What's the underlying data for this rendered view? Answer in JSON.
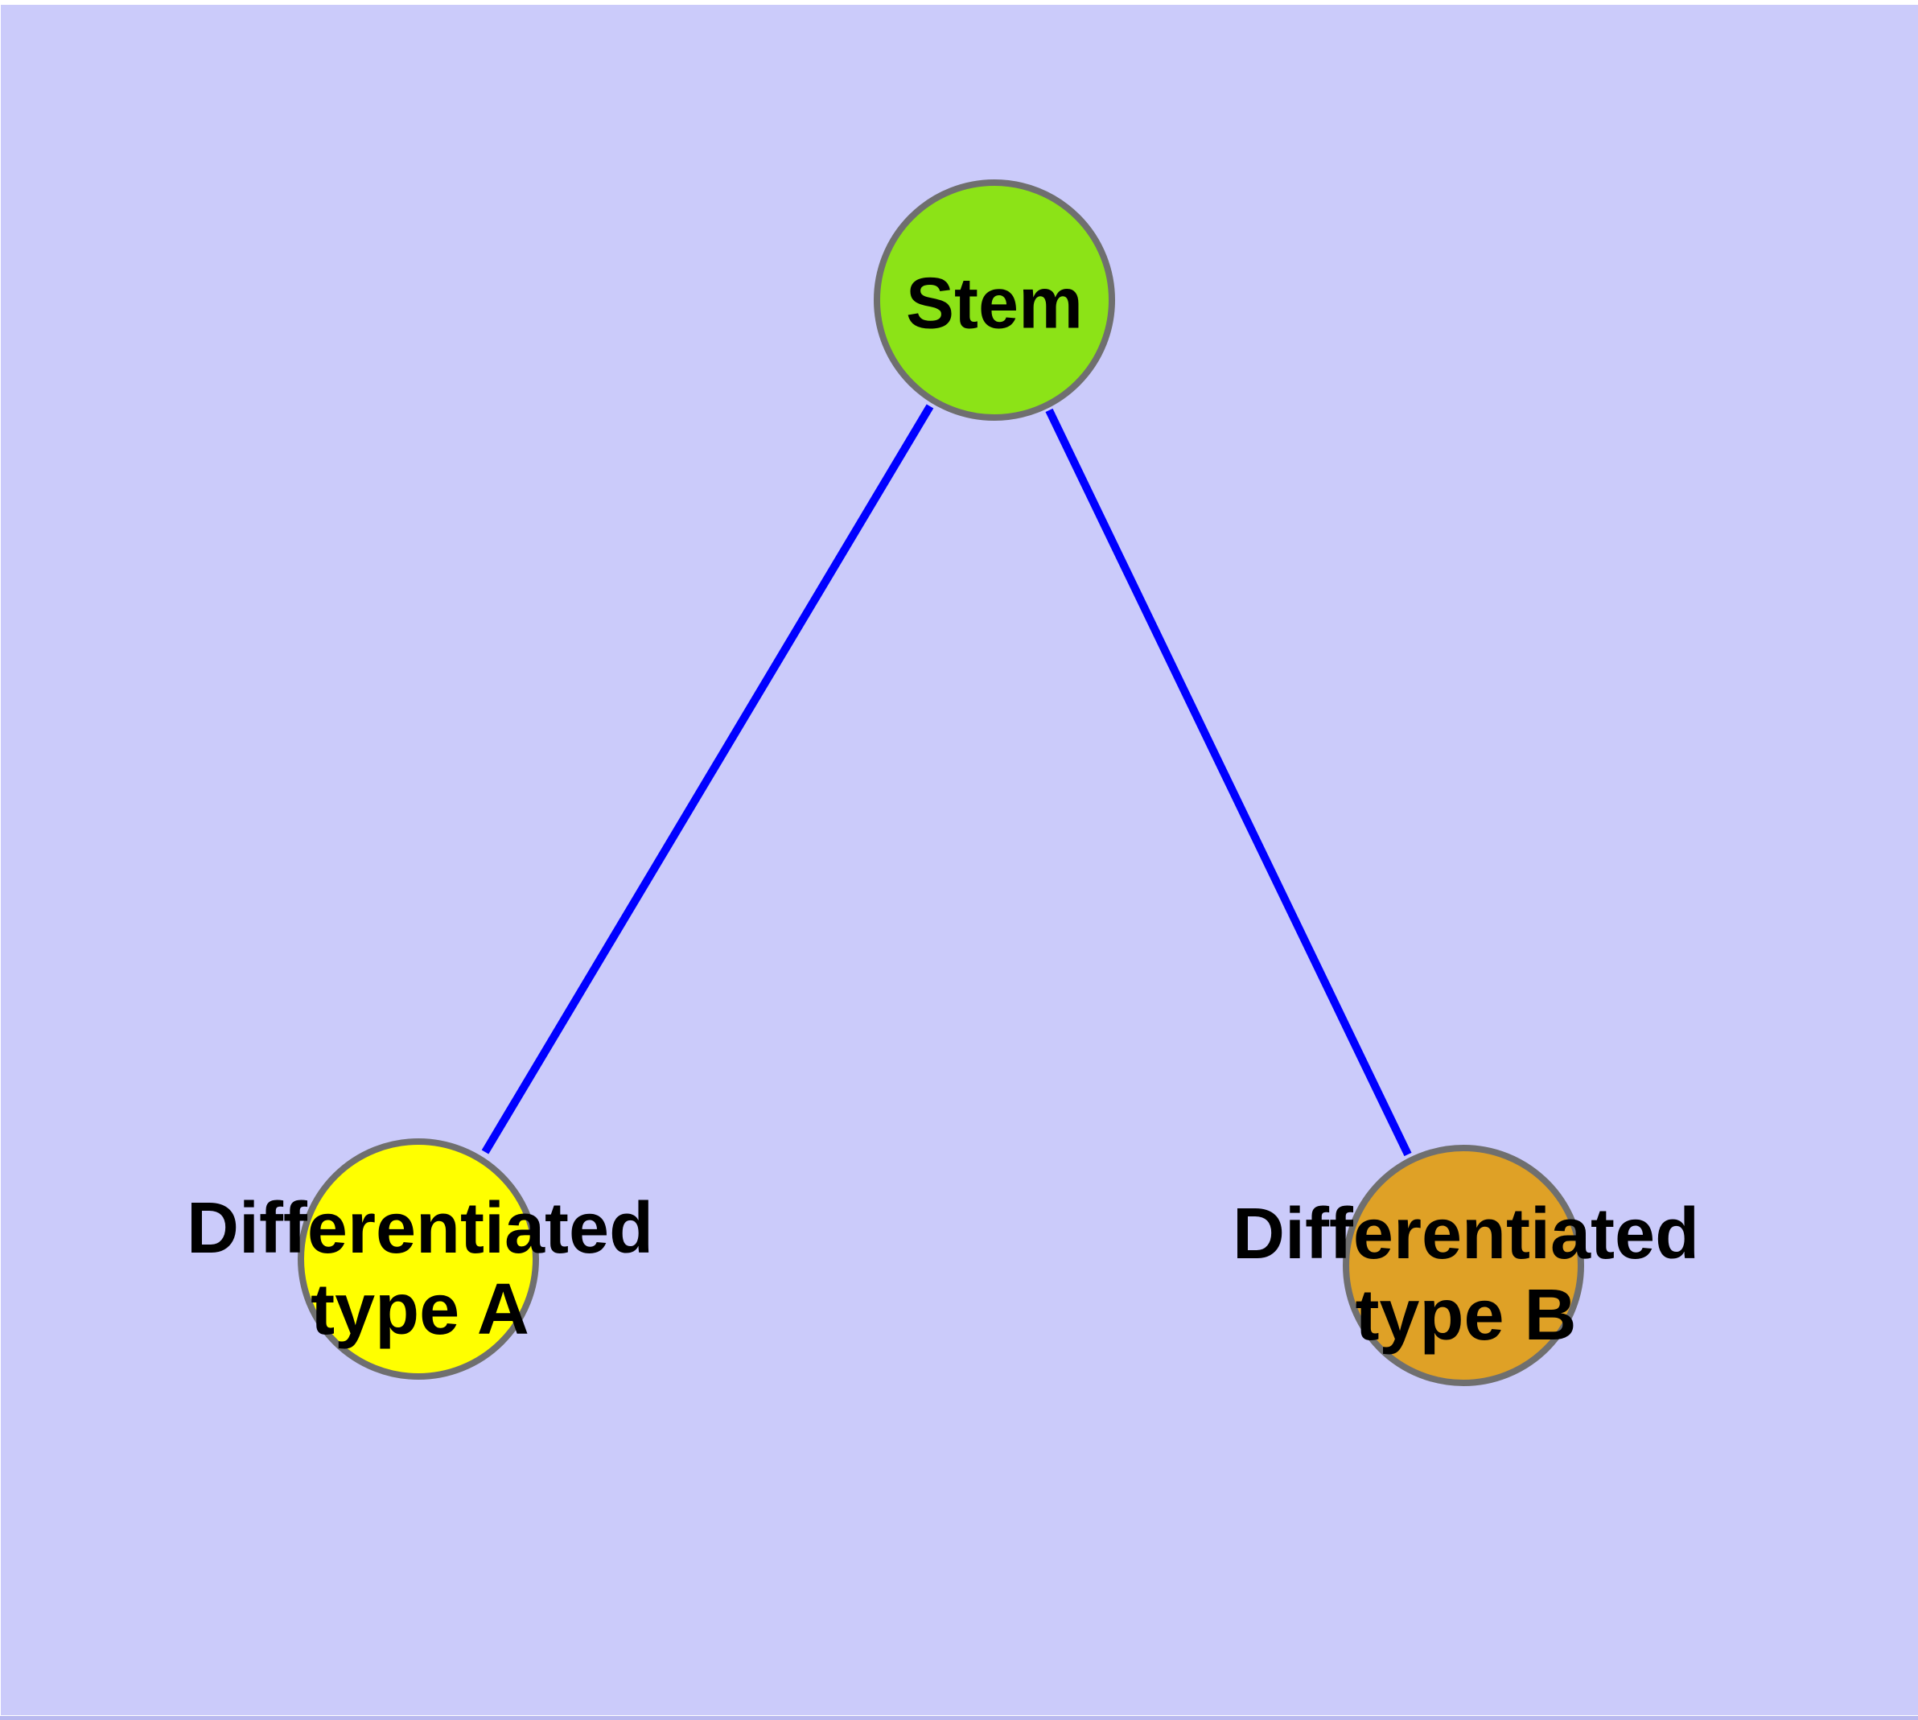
{
  "diagram": {
    "background_color": "#CBCBFA",
    "frame_color": "#FFFFFF",
    "bottom_edge_color": "#B9B9EF",
    "edge_color": "#0000FF",
    "node_border_color": "#6F6F6F",
    "label_color": "#000000",
    "nodes": [
      {
        "id": "stem",
        "label": "Stem",
        "fill": "#8CE317"
      },
      {
        "id": "differentiated-type-a",
        "label": "Differentiated\ntype A",
        "fill": "#FFFF00"
      },
      {
        "id": "differentiated-type-b",
        "label": "Differentiated\ntype B",
        "fill": "#DFA126"
      }
    ],
    "edges": [
      {
        "from": "stem",
        "to": "differentiated-type-a"
      },
      {
        "from": "stem",
        "to": "differentiated-type-b"
      }
    ]
  }
}
